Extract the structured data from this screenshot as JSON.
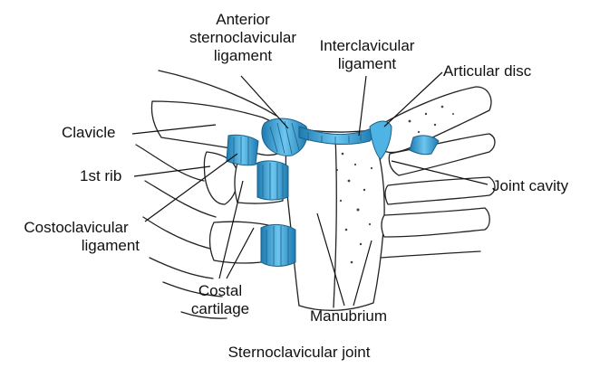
{
  "labels": {
    "anterior_ligament": [
      "Anterior",
      "sternoclavicular",
      "ligament"
    ],
    "interclavicular_ligament": [
      "Interclavicular",
      "ligament"
    ],
    "articular_disc": "Articular disc",
    "clavicle": "Clavicle",
    "first_rib": "1st rib",
    "costoclavicular_ligament": [
      "Costoclavicular",
      "ligament"
    ],
    "costal_cartilage": [
      "Costal",
      "cartilage"
    ],
    "manubrium": "Manubrium",
    "joint_cavity": "Joint cavity"
  },
  "caption": "Sternoclavicular joint",
  "colors": {
    "ligament": "#4fb3e3",
    "ligament_dark": "#1b6f9e",
    "ink": "#222222"
  }
}
